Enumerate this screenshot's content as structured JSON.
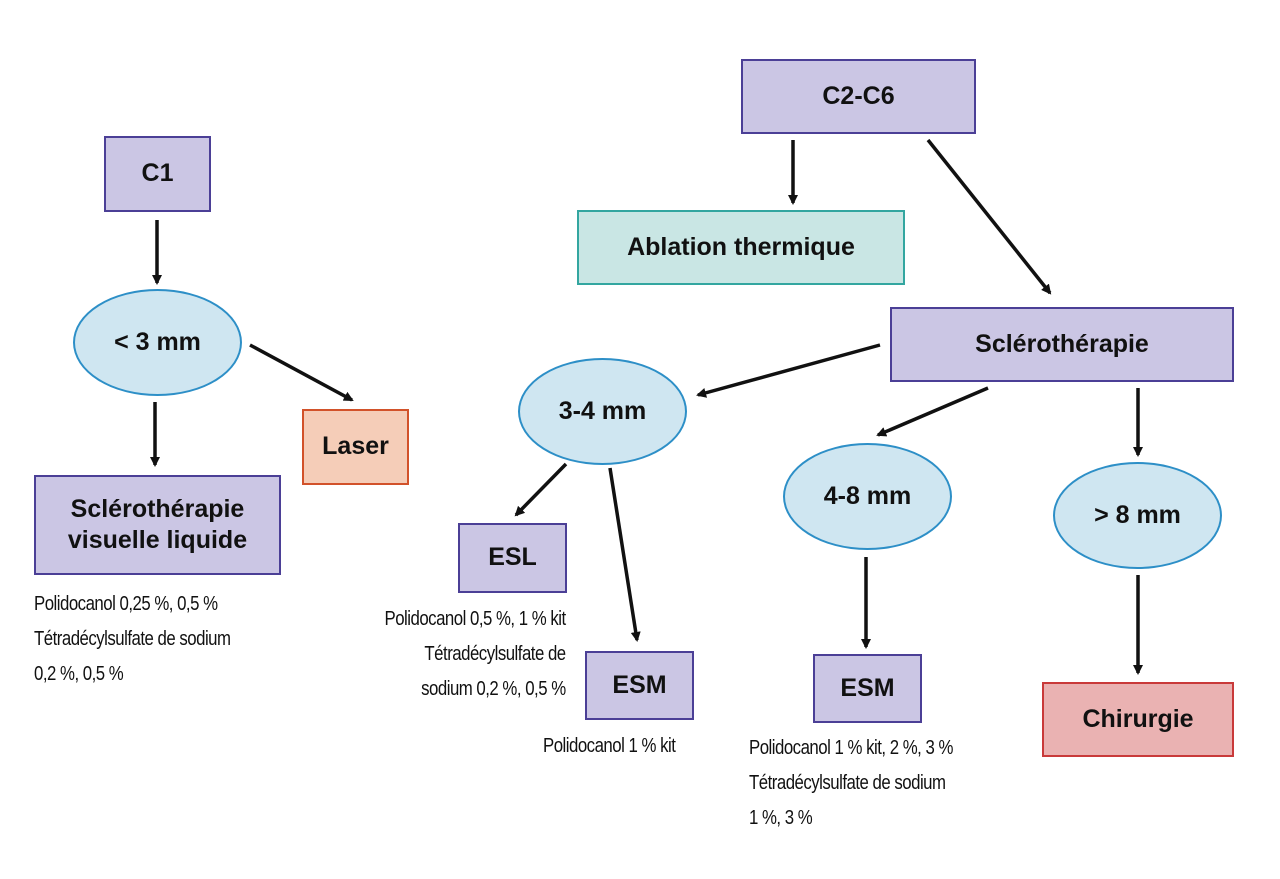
{
  "nodes": {
    "c1": "C1",
    "c2c6": "C2-C6",
    "lt3mm": "< 3 mm",
    "laser": "Laser",
    "scleroLiquide": "Sclérothérapie visuelle liquide",
    "ablation": "Ablation thermique",
    "sclero": "Sclérothérapie",
    "mm34": "3-4 mm",
    "mm48": "4-8 mm",
    "gt8mm": "> 8 mm",
    "esl": "ESL",
    "esm1": "ESM",
    "esm2": "ESM",
    "chirurgie": "Chirurgie"
  },
  "notes": {
    "scleroLiquide": [
      "Polidocanol 0,25 %, 0,5 %",
      "Tétradécylsulfate de sodium",
      "0,2 %, 0,5 %"
    ],
    "esl": [
      "Polidocanol 0,5 %, 1 % kit",
      "Tétradécylsulfate de",
      "sodium 0,2 %, 0,5 %"
    ],
    "esm1": [
      "Polidocanol 1 % kit"
    ],
    "esm2": [
      "Polidocanol 1 % kit, 2 %, 3 %",
      "Tétradécylsulfate de sodium",
      "1 %, 3 %"
    ]
  },
  "colors": {
    "purple_fill": "#cbc6e4",
    "purple_border": "#4b3f96",
    "teal_fill": "#c9e6e4",
    "teal_border": "#33a6a0",
    "orange_fill": "#f5cdb8",
    "orange_border": "#d2522a",
    "red_fill": "#eab2b2",
    "red_border": "#c93a3a",
    "ellipse_fill": "#cfe6f1",
    "ellipse_border": "#2d8fc7",
    "arrow": "#111111"
  }
}
